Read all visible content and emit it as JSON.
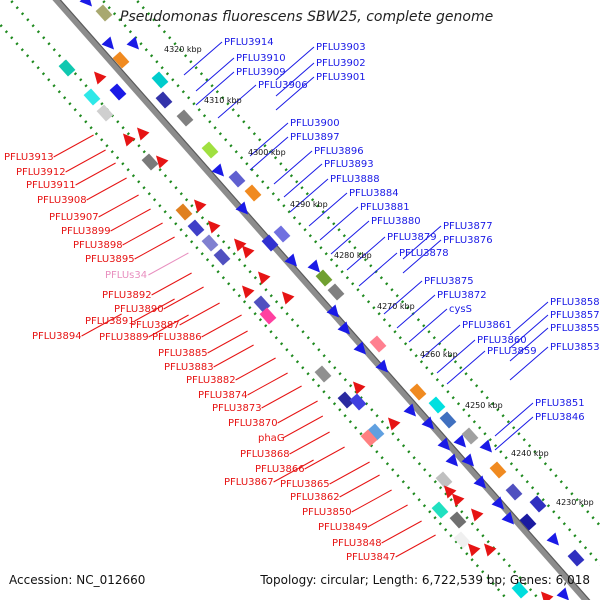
{
  "header": {
    "title": "Pseudomonas fluorescens SBW25, complete genome"
  },
  "footer": {
    "accession": "Accession: NC_012660",
    "topology": "Topology: circular; Length: 6,722,539 bp; Genes: 6,018"
  },
  "colors": {
    "forward_gene": "#1a1ae6",
    "reverse_gene": "#e61414",
    "rna_gene": "#e88fbf",
    "backbone": "#8c8c8c",
    "tick_dots": "#1f8a1f"
  },
  "ticks": [
    "4320 kbp",
    "4310 kbp",
    "4300 kbp",
    "4290 kbp",
    "4280 kbp",
    "4270 kbp",
    "4260 kbp",
    "4250 kbp",
    "4240 kbp",
    "4230 kbp"
  ],
  "forward_labels": [
    "PFLU3914",
    "PFLU3910",
    "PFLU3909",
    "PFLU3906",
    "PFLU3903",
    "PFLU3902",
    "PFLU3901",
    "PFLU3900",
    "PFLU3897",
    "PFLU3896",
    "PFLU3893",
    "PFLU3888",
    "PFLU3884",
    "PFLU3881",
    "PFLU3880",
    "PFLU3879",
    "PFLU3877",
    "PFLU3876",
    "PFLU3878",
    "PFLU3875",
    "PFLU3872",
    "cysS",
    "PFLU3861",
    "PFLU3860",
    "PFLU3859",
    "PFLU3858",
    "PFLU3857",
    "PFLU3855",
    "PFLU3853",
    "PFLU3851",
    "PFLU3846"
  ],
  "reverse_labels": [
    "PFLU3913",
    "PFLU3912",
    "PFLU3911",
    "PFLU3908",
    "PFLU3907",
    "PFLU3899",
    "PFLU3898",
    "PFLU3895",
    "PFLUs34",
    "PFLU3892",
    "PFLU3890",
    "PFLU3891",
    "PFLU3887",
    "PFLU3894",
    "PFLU3889",
    "PFLU3886",
    "PFLU3885",
    "PFLU3883",
    "PFLU3882",
    "PFLU3874",
    "PFLU3873",
    "PFLU3870",
    "phaG",
    "PFLU3868",
    "PFLU3866",
    "PFLU3867",
    "PFLU3865",
    "PFLU3862",
    "PFLU3850",
    "PFLU3849",
    "PFLU3848",
    "PFLU3847"
  ]
}
